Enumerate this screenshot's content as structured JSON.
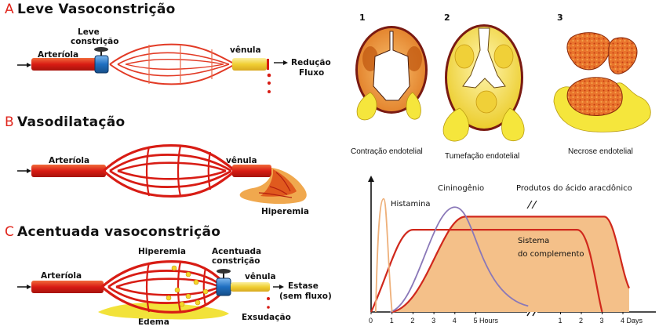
{
  "section_a": {
    "letter": "A",
    "title": "Leve Vasoconstrição",
    "label_valve_1": "Leve",
    "label_valve_2": "constrição",
    "label_arteriole": "Arteríola",
    "label_venule": "vênula",
    "label_flow_1": "Redução",
    "label_flow_2": "Fluxo"
  },
  "section_b": {
    "letter": "B",
    "title": "Vasodilatação",
    "label_arteriole": "Arteríola",
    "label_venule": "vênula",
    "label_hyperemia": "Hiperemia"
  },
  "section_c": {
    "letter": "C",
    "title": "Acentuada vasoconstrição",
    "label_hyperemia": "Hiperemia",
    "label_valve_1": "Acentuada",
    "label_valve_2": "constrição",
    "label_arteriole": "Arteríola",
    "label_venule": "vênula",
    "label_stasis_1": "Estase",
    "label_stasis_2": "(sem fluxo)",
    "label_edema": "Edema",
    "label_exudation": "Exsudação"
  },
  "endothelium": {
    "panels": [
      {
        "number": "1",
        "caption": "Contração endotelial"
      },
      {
        "number": "2",
        "caption": "Tumefação endotelial"
      },
      {
        "number": "3",
        "caption": "Necrose endotelial"
      }
    ]
  },
  "colors": {
    "vessel_red": "#e0251c",
    "vessel_dark": "#b3160f",
    "venule_yellow": "#f3d93a",
    "valve_blue": "#1f6fc1",
    "cell_orange": "#e8832a",
    "fluid_yellow": "#f2e23a",
    "curve_histamine": "#eeb07a",
    "curve_kinin": "#8a78b8",
    "curve_red": "#d0281c",
    "area_fill": "#f4c089"
  },
  "chart_data": {
    "type": "line",
    "x_unit_before_break": "hours",
    "x_unit_after_break": "days",
    "x_tick_labels_hours": [
      "0",
      "1",
      "2",
      "3",
      "4",
      "5 Hours"
    ],
    "x_tick_labels_days": [
      "1",
      "2",
      "3",
      "4 Days"
    ],
    "axis_break": true,
    "ylabel": "",
    "series": [
      {
        "name": "Histamina",
        "peak_hours": 0.6,
        "relative_peak": 0.95,
        "duration_hours": 1
      },
      {
        "name": "Cininogênio",
        "peak_hours": 4,
        "relative_peak": 0.88,
        "duration_hours": 6
      },
      {
        "name": "Sistema do complemento",
        "onset_hours": 0,
        "plateau_from_hours": 2,
        "relative_plateau": 0.69,
        "ends_days": 3
      },
      {
        "name": "Produtos do ácido aracdônico",
        "onset_hours": 1,
        "plateau_from_hours": 4.5,
        "relative_plateau": 0.8,
        "ends_days": 4.3
      }
    ],
    "label_series_text": {
      "histamine": "Histamina",
      "kinin": "Cininogênio",
      "arachidonic": "Produtos do ácido aracdônico",
      "complement_1": "Sistema",
      "complement_2": "do complemento"
    }
  }
}
